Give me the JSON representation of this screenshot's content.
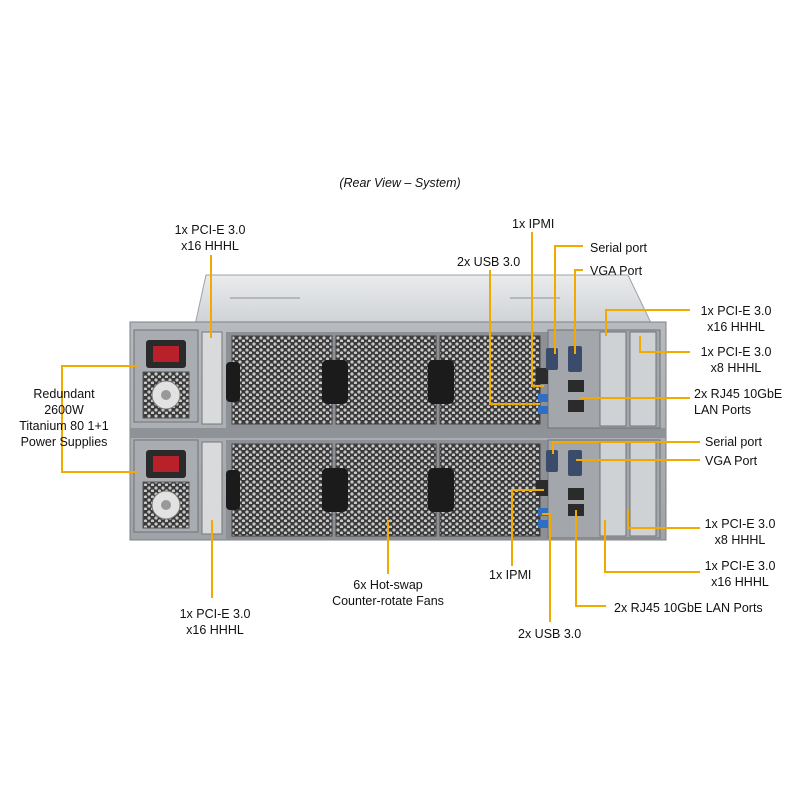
{
  "caption": "(Rear View – System)",
  "colors": {
    "callout_line": "#f2a900",
    "chassis_light": "#c9ccd0",
    "chassis_dark": "#6d7176",
    "fan_black": "#1b1b1b"
  },
  "labels": {
    "pcie_top_left": [
      "1x PCI-E 3.0",
      "x16 HHHL"
    ],
    "psu": [
      "Redundant",
      "2600W",
      "Titanium 80 1+1",
      "Power Supplies"
    ],
    "pcie_bottom_left": [
      "1x PCI-E 3.0",
      "x16 HHHL"
    ],
    "fans": [
      "6x Hot-swap",
      "Counter-rotate Fans"
    ],
    "ipmi_top": "1x IPMI",
    "usb_top": "2x USB 3.0",
    "serial_top": "Serial port",
    "vga_top": "VGA Port",
    "pcie_x16_right_top": [
      "1x PCI-E 3.0",
      "x16 HHHL"
    ],
    "pcie_x8_right_top": [
      "1x PCI-E 3.0",
      "x8 HHHL"
    ],
    "lan_top": [
      "2x RJ45 10GbE",
      "LAN Ports"
    ],
    "serial_bottom": "Serial port",
    "vga_bottom": "VGA Port",
    "pcie_x8_right_bottom": [
      "1x PCI-E 3.0",
      "x8 HHHL"
    ],
    "pcie_x16_right_bottom": [
      "1x PCI-E 3.0",
      "x16 HHHL"
    ],
    "lan_bottom": "2x RJ45 10GbE LAN Ports",
    "ipmi_bottom": "1x IPMI",
    "usb_bottom": "2x USB 3.0"
  }
}
